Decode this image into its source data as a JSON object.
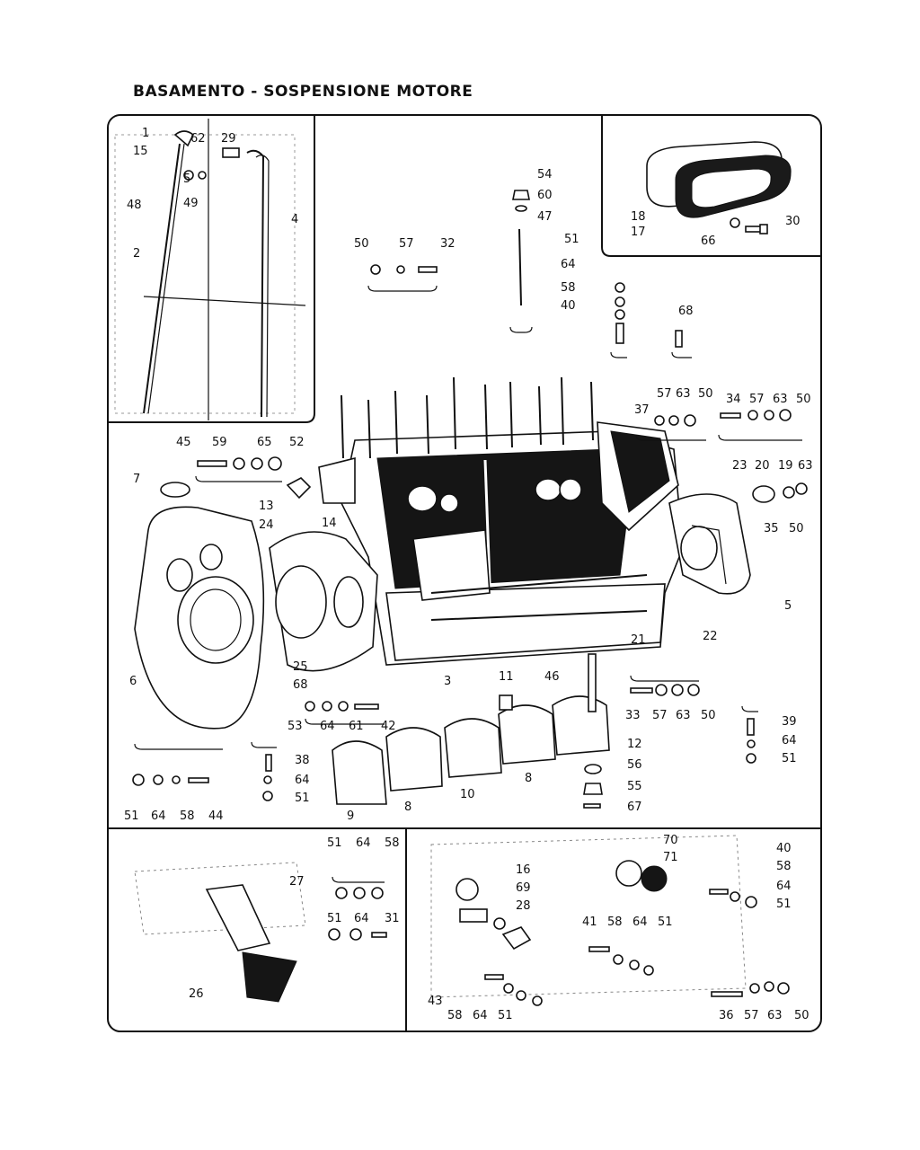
{
  "title": "BASAMENTO - SOSPENSIONE MOTORE",
  "callouts": {
    "inset_tl": [
      "1",
      "62",
      "15",
      "5",
      "48",
      "49",
      "2",
      "29",
      "4"
    ],
    "inset_tr": [
      "18",
      "17",
      "66",
      "30"
    ],
    "main": [
      "54",
      "60",
      "47",
      "51",
      "64",
      "58",
      "40",
      "68",
      "50",
      "57",
      "32",
      "57",
      "63",
      "50",
      "37",
      "34",
      "57",
      "63",
      "50",
      "45",
      "59",
      "65",
      "52",
      "7",
      "13",
      "24",
      "14",
      "23",
      "20",
      "19",
      "63",
      "35",
      "50",
      "5",
      "21",
      "22",
      "25",
      "68",
      "3",
      "6",
      "53",
      "64",
      "61",
      "42",
      "11",
      "46",
      "33",
      "57",
      "63",
      "50",
      "39",
      "64",
      "51",
      "38",
      "64",
      "51",
      "12",
      "56",
      "55",
      "67",
      "8",
      "10",
      "8",
      "9",
      "51",
      "64",
      "58",
      "44"
    ],
    "inset_bl": [
      "51",
      "64",
      "58",
      "27",
      "51",
      "64",
      "31",
      "26"
    ],
    "inset_br": [
      "70",
      "71",
      "16",
      "69",
      "28",
      "40",
      "58",
      "64",
      "51",
      "41",
      "58",
      "64",
      "51",
      "43",
      "58",
      "64",
      "51",
      "36",
      "57",
      "63",
      "50"
    ]
  }
}
